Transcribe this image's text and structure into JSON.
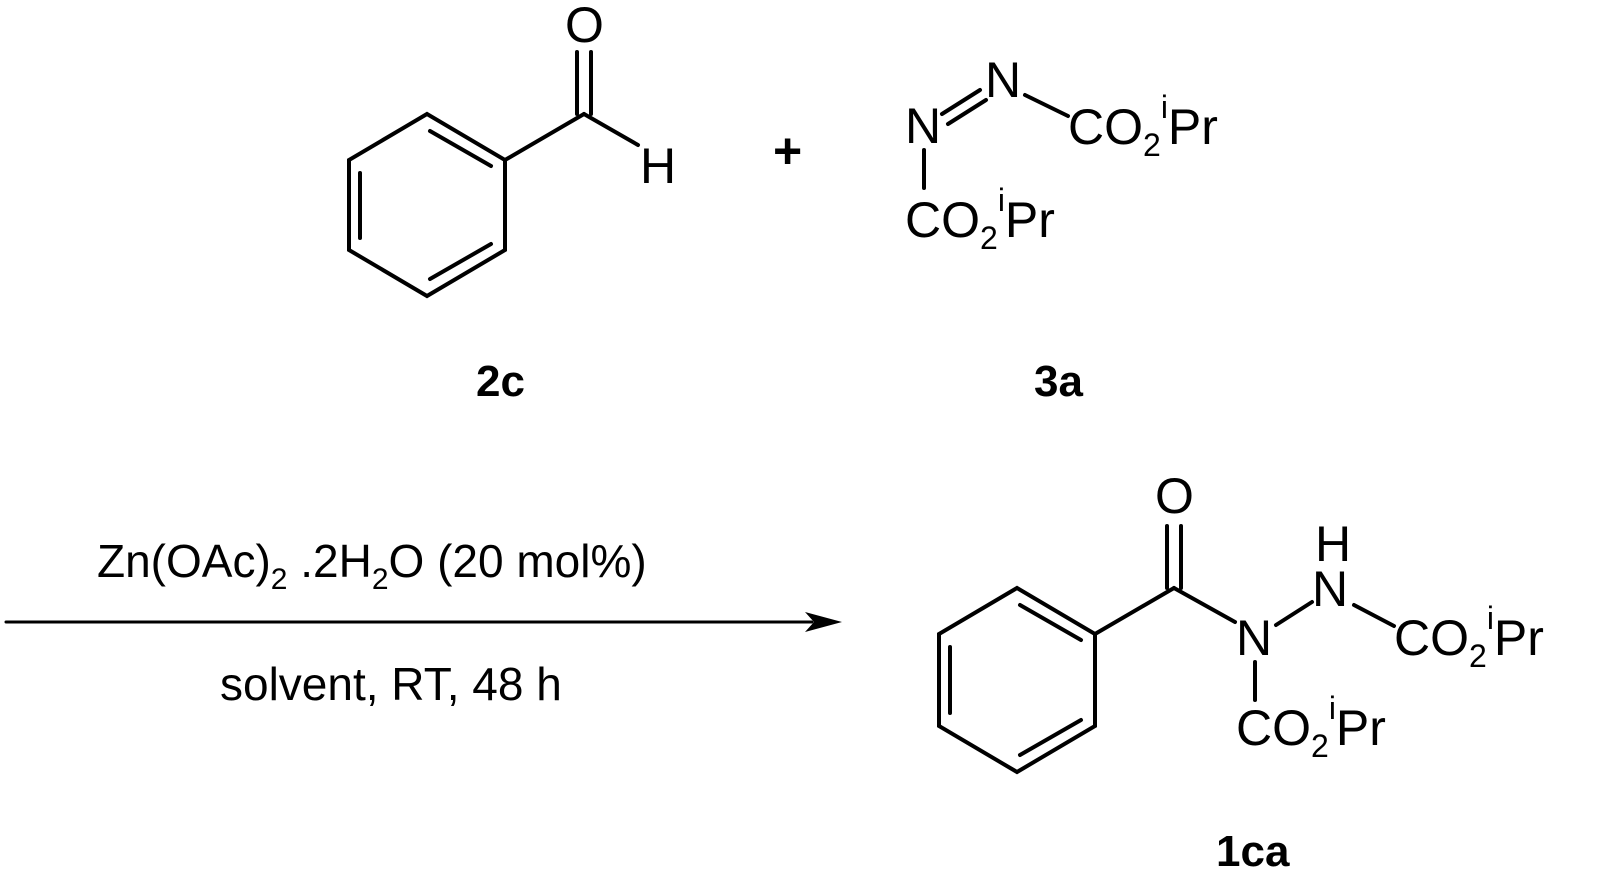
{
  "reactants": [
    {
      "label": "2c",
      "atoms": {
        "O": "O",
        "H": "H"
      }
    },
    {
      "label": "3a",
      "atoms": {
        "N1": "N",
        "N2": "N",
        "C": "C",
        "O": "O",
        "sub2": "2",
        "supi": "i",
        "Pr": "Pr"
      }
    }
  ],
  "plus": "+",
  "conditions": {
    "reagent": {
      "zn": "Zn(OAc)",
      "sub1": "2",
      "mid": " .2H",
      "sub2": "2",
      "tail": "O (20 mol%)"
    },
    "line2": "solvent, RT, 48 h"
  },
  "product": {
    "label": "1ca",
    "atoms": {
      "O": "O",
      "H": "H",
      "N": "N",
      "C": "C",
      "sub2": "2",
      "supi": "i",
      "Pr": "Pr"
    }
  }
}
